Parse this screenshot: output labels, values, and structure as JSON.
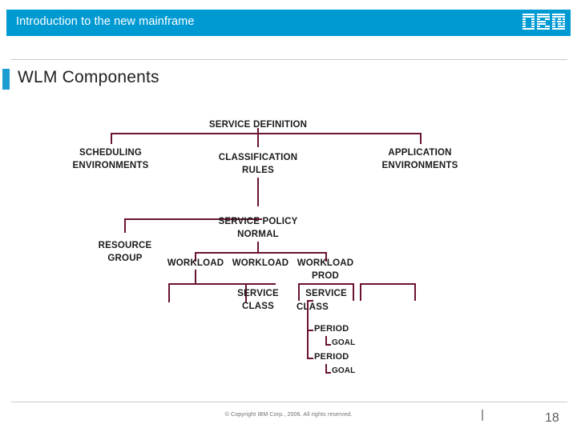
{
  "header": {
    "title": "Introduction to the new mainframe",
    "banner_color": "#009ad2",
    "logo_name": "IBM"
  },
  "slide": {
    "title": "WLM Components",
    "accent_color": "#1b9dd1"
  },
  "footer": {
    "copyright": "© Copyright IBM Corp., 2006. All rights reserved.",
    "page_number": "18"
  },
  "diagram": {
    "line_color": "#6b1430",
    "nodes": {
      "service_definition": "SERVICE DEFINITION",
      "scheduling_environments_l1": "SCHEDULING",
      "scheduling_environments_l2": "ENVIRONMENTS",
      "classification_rules_l1": "CLASSIFICATION",
      "classification_rules_l2": "RULES",
      "application_environments_l1": "APPLICATION",
      "application_environments_l2": "ENVIRONMENTS",
      "service_policy_l1": "SERVICE POLICY",
      "service_policy_l2": "NORMAL",
      "resource_group_l1": "RESOURCE",
      "resource_group_l2": "GROUP",
      "workload_1": "WORKLOAD",
      "workload_2": "WORKLOAD",
      "workload_3_l1": "WORKLOAD",
      "workload_3_l2": "PROD",
      "service_class_mid_l1": "SERVICE",
      "service_class_mid_l2": "CLASS",
      "service_class_right_l1": "SERVICE",
      "service_class_right_l2": "CLASS",
      "period_1": "PERIOD",
      "goal_1": "GOAL",
      "period_2": "PERIOD",
      "goal_2": "GOAL"
    }
  }
}
